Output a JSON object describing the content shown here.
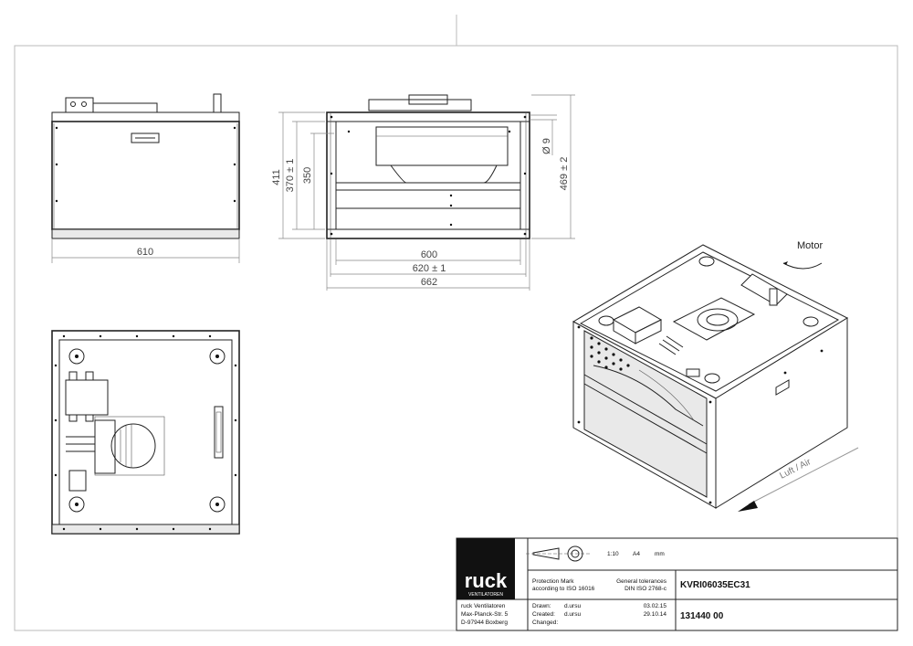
{
  "view": {
    "title": "",
    "dimensions": {
      "front_width": "610",
      "side_inner": "600",
      "side_mid": "620 ± 1",
      "side_outer": "662",
      "height_total": "411",
      "height_flange": "370 ± 1",
      "height_inner": "350",
      "hole": "Ø 9",
      "height_overall": "469 ± 2"
    },
    "labels": {
      "motor": "Motor",
      "airflow": "Luft / Air"
    }
  },
  "title_block": {
    "logo_text": "ruck",
    "logo_sub": "VENTILATOREN",
    "scale": "1:10",
    "paper": "A4",
    "unit": "mm",
    "protection_line1": "Protection Mark",
    "protection_line2": "according to ISO 16016",
    "tolerance_line1": "General tolerances",
    "tolerance_line2": "DIN ISO 2768-c",
    "product_code": "KVRI06035EC31",
    "address_line1": "ruck Ventilatoren",
    "address_line2": "Max-Planck-Str. 5",
    "address_line3": "D-97944 Boxberg",
    "drawn_label": "Drawn:",
    "drawn_by": "d.ursu",
    "drawn_date": "03.02.15",
    "created_label": "Created:",
    "created_by": "d.ursu",
    "created_date": "29.10.14",
    "changed_label": "Changed:",
    "drawing_number": "131440 00"
  }
}
